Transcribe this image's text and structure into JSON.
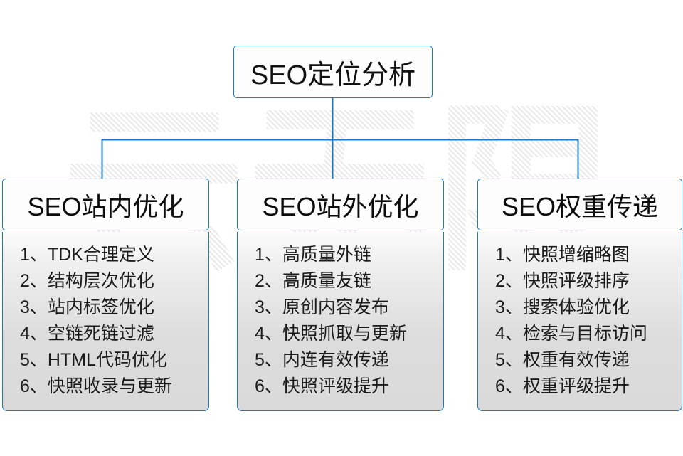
{
  "diagram": {
    "root": {
      "label": "SEO定位分析"
    },
    "watermark": {
      "text": "云无限"
    },
    "colors": {
      "border_blue": "#1a7ac4",
      "text_dark": "#111111",
      "panel_gray": "#dcdcdc",
      "background": "#ffffff"
    },
    "columns": [
      {
        "id": "seo-onsite",
        "title": "SEO站内优化",
        "items": [
          "1、TDK合理定义",
          "2、结构层次优化",
          "3、站内标签优化",
          "4、空链死链过滤",
          "5、HTML代码优化",
          "6、快照收录与更新"
        ]
      },
      {
        "id": "seo-offsite",
        "title": "SEO站外优化",
        "items": [
          "1、高质量外链",
          "2、高质量友链",
          "3、原创内容发布",
          "4、快照抓取与更新",
          "5、内连有效传递",
          "6、快照评级提升"
        ]
      },
      {
        "id": "seo-weight",
        "title": "SEO权重传递",
        "items": [
          "1、快照增缩略图",
          "2、快照评级排序",
          "3、搜索体验优化",
          "4、检索与目标访问",
          "5、权重有效传递",
          "6、权重评级提升"
        ]
      }
    ]
  }
}
